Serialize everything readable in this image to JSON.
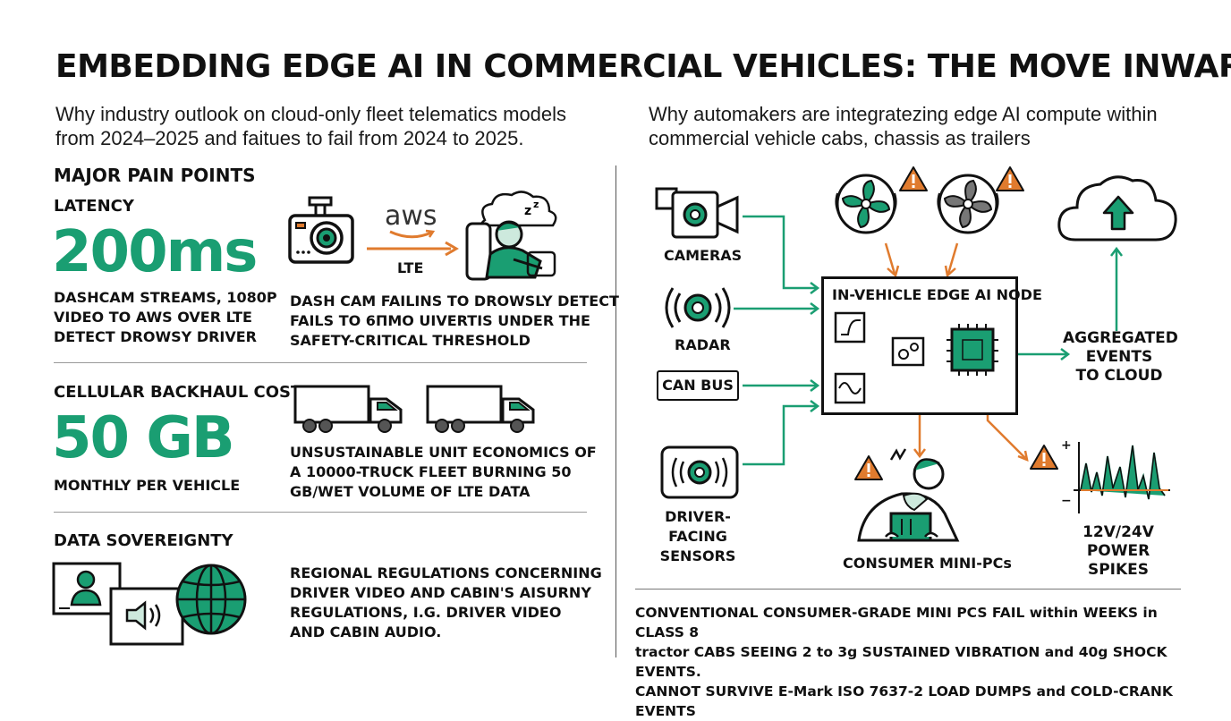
{
  "header": {
    "title": "EMBEDDING EDGE AI IN COMMERCIAL VEHICLES: THE MOVE INWARD",
    "subtitle_left_1": "Why industry outlook on cloud-only fleet telematics models",
    "subtitle_left_2": "from 2024–2025 and faitues to fail from 2024 to 2025.",
    "subtitle_right_1": "Why automakers are integratezing edge AI compute within",
    "subtitle_right_2": "commercial vehicle cabs, chassis as trailers"
  },
  "pain_points": {
    "heading": "MAJOR PAIN POINTS",
    "latency": {
      "label": "LATENCY",
      "value": "200ms",
      "desc_1": "DASHCAM STREAMS, 1080P",
      "desc_2": "VIDEO TO AWS OVER LTE",
      "desc_3": "DETECT DROWSY DRIVER",
      "aws_label": "aws",
      "lte_label": "LTE",
      "detail_1": "DASH CAM FAILINS TO DROWSLY DETECT",
      "detail_2": "FAILS TO 6ΠMO UIVERTIS UNDER THE",
      "detail_3": "SAFETY-CRITICAL THRESHOLD"
    },
    "backhaul": {
      "label": "CELLULAR BACKHAUL COST",
      "value": "50 GB",
      "desc": "MONTHLY PER VEHICLE",
      "detail_1": "UNSUSTAINABLE UNIT ECONOMICS OF",
      "detail_2": "A 10000-TRUCK FLEET BURNING 50",
      "detail_3": "GB/WET VOLUME OF LTE DATA"
    },
    "sovereignty": {
      "label": "DATA SOVEREIGNTY",
      "detail_1": "REGIONAL REGULATIONS CONCERNING",
      "detail_2": "DRIVER VIDEO AND CABIN'S AISURNY",
      "detail_3": "REGULATIONS, I.G. DRIVER VIDEO",
      "detail_4": "AND CABIN AUDIO."
    }
  },
  "diagram": {
    "inputs": {
      "cameras": "CAMERAS",
      "radar": "RADAR",
      "can_bus": "CAN BUS",
      "driver_sensors_1": "DRIVER-FACING",
      "driver_sensors_2": "SENSORS"
    },
    "node_title": "IN-VEHICLE EDGE AI NODE",
    "output_1": "AGGREGATED",
    "output_2": "EVENTS",
    "output_3": "TO CLOUD",
    "mini_pcs": "CONSUMER MINI-PCs",
    "power_1": "12V/24V POWER",
    "power_2": "SPIKES",
    "plus": "+",
    "minus": "−",
    "bottom_1": "CONVENTIONAL CONSUMER-GRADE MINI PCS FAIL within WEEKS in CLASS 8",
    "bottom_2": "tractor CABS SEEING 2 to 3g SUSTAINED VIBRATION and 40g SHOCK EVENTS.",
    "bottom_3": "CANNOT SURVIVE E-Mark ISO 7637-2 LOAD DUMPS and COLD-CRANK EVENTS"
  },
  "colors": {
    "green": "#1a9e72",
    "orange": "#e07b2e",
    "dark": "#111111",
    "lightgreen": "#cde9dd"
  }
}
